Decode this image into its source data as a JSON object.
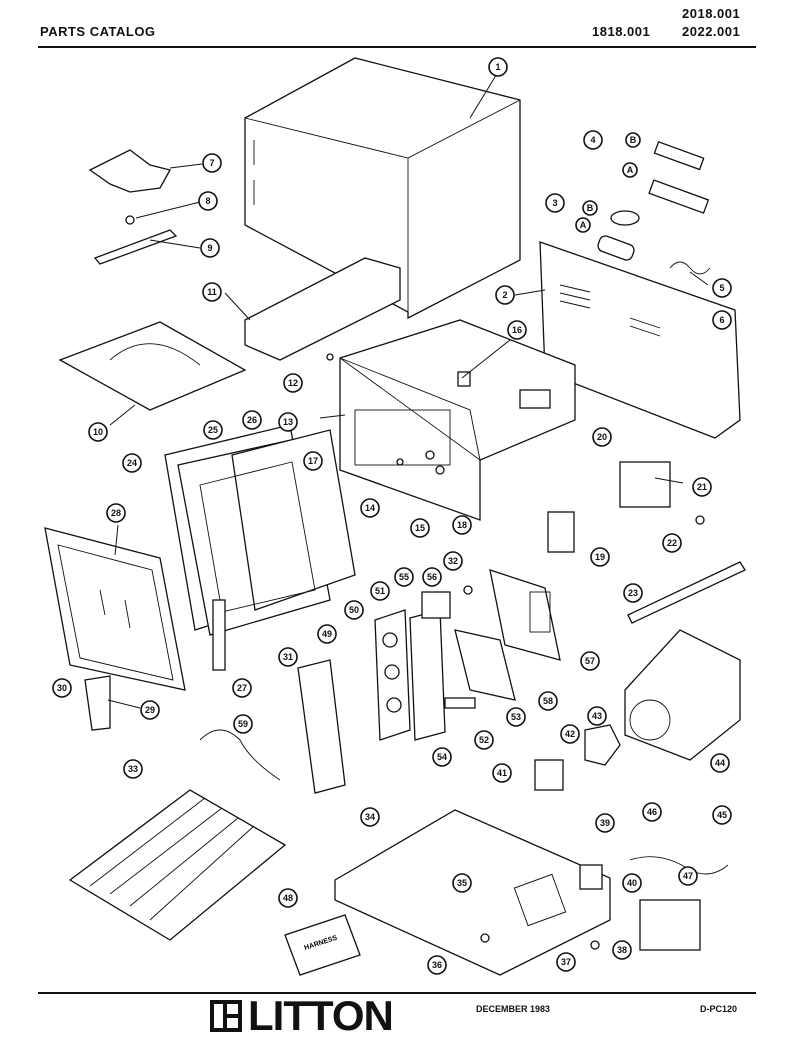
{
  "header": {
    "title": "PARTS CATALOG",
    "model_1": "1818.001",
    "model_2": "2018.001",
    "model_3": "2022.001"
  },
  "footer": {
    "brand": "LITTON",
    "date": "DECEMBER 1983",
    "code": "D-PC120"
  },
  "labels": {
    "harness": "HARNESS"
  },
  "callouts": [
    {
      "id": "1",
      "text": "1"
    },
    {
      "id": "2",
      "text": "2"
    },
    {
      "id": "3",
      "text": "3"
    },
    {
      "id": "3a",
      "text": "A"
    },
    {
      "id": "3b",
      "text": "B"
    },
    {
      "id": "4",
      "text": "4"
    },
    {
      "id": "4a",
      "text": "A"
    },
    {
      "id": "4b",
      "text": "B"
    },
    {
      "id": "5",
      "text": "5"
    },
    {
      "id": "6",
      "text": "6"
    },
    {
      "id": "7",
      "text": "7"
    },
    {
      "id": "8",
      "text": "8"
    },
    {
      "id": "9",
      "text": "9"
    },
    {
      "id": "10",
      "text": "10"
    },
    {
      "id": "11",
      "text": "11"
    },
    {
      "id": "12",
      "text": "12"
    },
    {
      "id": "13",
      "text": "13"
    },
    {
      "id": "14",
      "text": "14"
    },
    {
      "id": "15",
      "text": "15"
    },
    {
      "id": "16",
      "text": "16"
    },
    {
      "id": "17",
      "text": "17"
    },
    {
      "id": "18",
      "text": "18"
    },
    {
      "id": "19",
      "text": "19"
    },
    {
      "id": "20",
      "text": "20"
    },
    {
      "id": "21",
      "text": "21"
    },
    {
      "id": "22",
      "text": "22"
    },
    {
      "id": "23",
      "text": "23"
    },
    {
      "id": "24",
      "text": "24"
    },
    {
      "id": "25",
      "text": "25"
    },
    {
      "id": "26",
      "text": "26"
    },
    {
      "id": "27",
      "text": "27"
    },
    {
      "id": "28",
      "text": "28"
    },
    {
      "id": "29",
      "text": "29"
    },
    {
      "id": "30",
      "text": "30"
    },
    {
      "id": "31",
      "text": "31"
    },
    {
      "id": "32",
      "text": "32"
    },
    {
      "id": "33",
      "text": "33"
    },
    {
      "id": "34",
      "text": "34"
    },
    {
      "id": "35",
      "text": "35"
    },
    {
      "id": "36",
      "text": "36"
    },
    {
      "id": "37",
      "text": "37"
    },
    {
      "id": "38",
      "text": "38"
    },
    {
      "id": "39",
      "text": "39"
    },
    {
      "id": "40",
      "text": "40"
    },
    {
      "id": "41",
      "text": "41"
    },
    {
      "id": "42",
      "text": "42"
    },
    {
      "id": "43",
      "text": "43"
    },
    {
      "id": "44",
      "text": "44"
    },
    {
      "id": "45",
      "text": "45"
    },
    {
      "id": "46",
      "text": "46"
    },
    {
      "id": "47",
      "text": "47"
    },
    {
      "id": "48",
      "text": "48"
    },
    {
      "id": "49",
      "text": "49"
    },
    {
      "id": "50",
      "text": "50"
    },
    {
      "id": "51",
      "text": "51"
    },
    {
      "id": "52",
      "text": "52"
    },
    {
      "id": "53",
      "text": "53"
    },
    {
      "id": "54",
      "text": "54"
    },
    {
      "id": "55",
      "text": "55"
    },
    {
      "id": "56",
      "text": "56"
    },
    {
      "id": "57",
      "text": "57"
    },
    {
      "id": "58",
      "text": "58"
    },
    {
      "id": "59",
      "text": "59"
    }
  ]
}
